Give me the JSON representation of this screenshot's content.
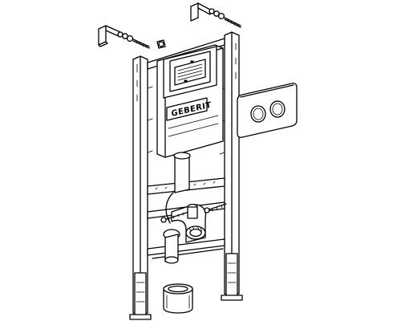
{
  "diagram": {
    "brand_label": "GEBERIT",
    "components": [
      {
        "id": "left-wall-bracket",
        "icon": "bracket-icon"
      },
      {
        "id": "right-wall-bracket",
        "icon": "bracket-icon"
      },
      {
        "id": "left-anchor-bolt",
        "icon": "bolt-icon"
      },
      {
        "id": "right-anchor-bolt",
        "icon": "bolt-icon"
      },
      {
        "id": "installation-frame",
        "icon": "frame-icon"
      },
      {
        "id": "concealed-cistern",
        "icon": "cistern-icon"
      },
      {
        "id": "service-opening",
        "icon": "grille-icon"
      },
      {
        "id": "water-inlet-connector",
        "icon": "valve-icon"
      },
      {
        "id": "flush-pipe",
        "icon": "pipe-icon"
      },
      {
        "id": "wc-connection-bend",
        "icon": "bend-icon"
      },
      {
        "id": "pan-connector",
        "icon": "sleeve-icon"
      },
      {
        "id": "threaded-rods",
        "icon": "rod-icon"
      },
      {
        "id": "adjustable-feet",
        "icon": "foot-icon"
      },
      {
        "id": "dual-flush-plate",
        "icon": "flush-plate-icon"
      }
    ]
  }
}
